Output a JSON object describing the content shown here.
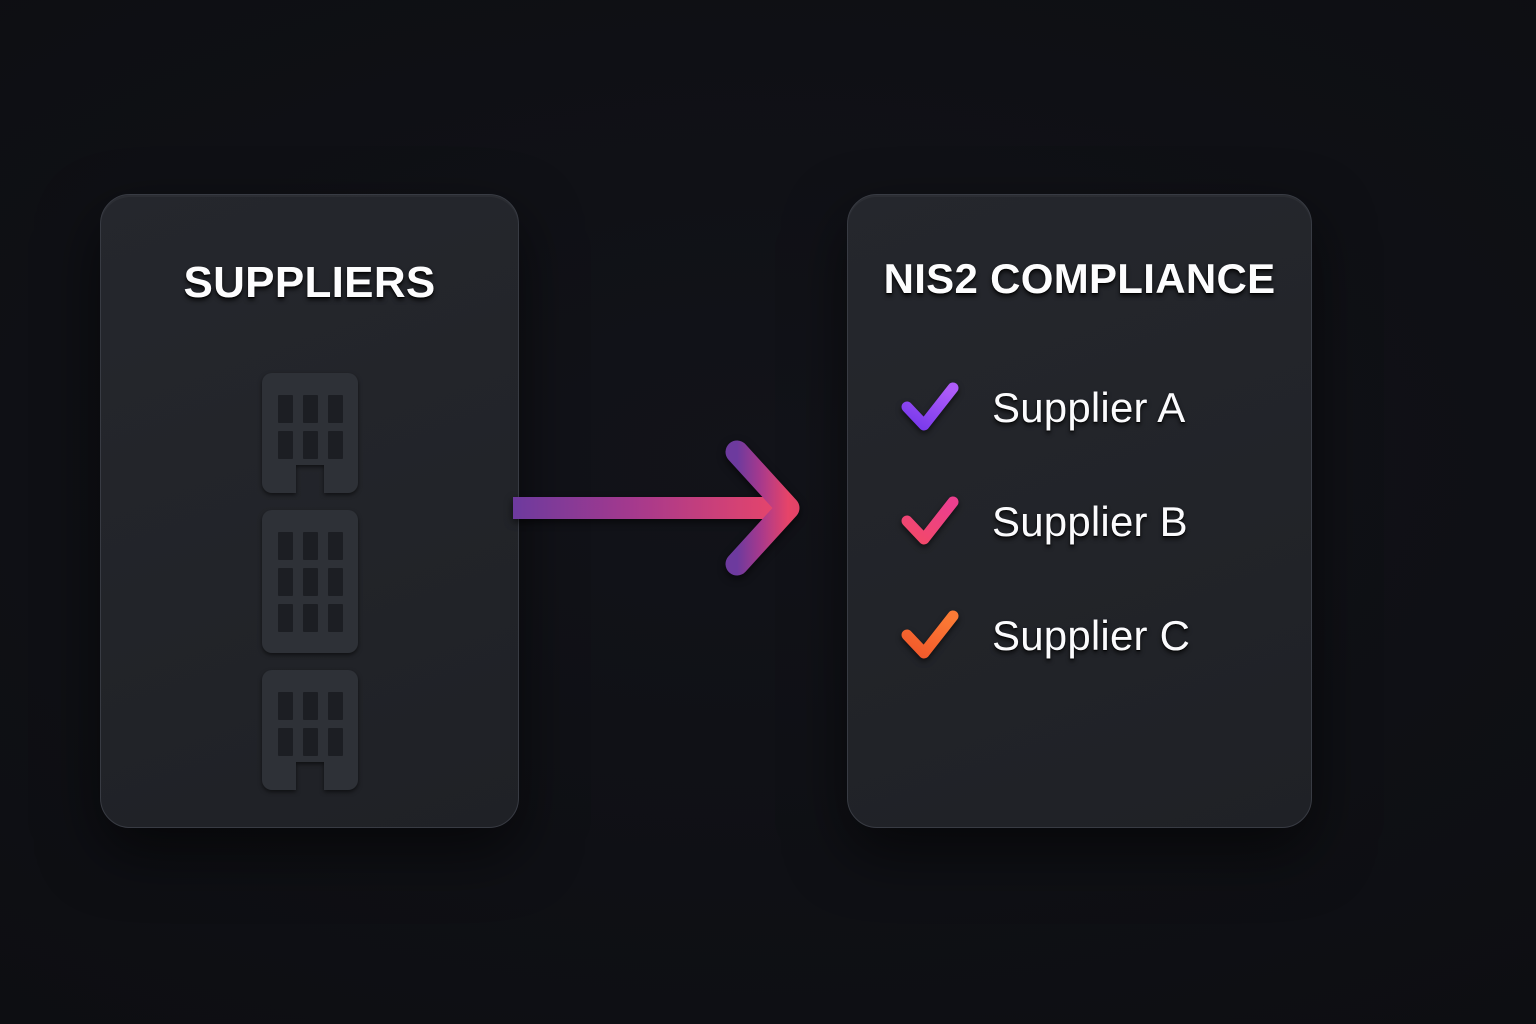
{
  "theme": {
    "background": "#0e0f13",
    "panel_fill": "#23252b",
    "panel_border": "#383b43",
    "title_color": "#fdfdfe",
    "label_color": "#fbfbfd",
    "building_body": "#2e3137",
    "building_window": "#1c1e23"
  },
  "left_panel": {
    "title": "SUPPLIERS",
    "buildings": [
      {
        "name": "building-icon-1",
        "window_rows": 2,
        "window_cols": 3,
        "has_door": true
      },
      {
        "name": "building-icon-2",
        "window_rows": 3,
        "window_cols": 3,
        "has_door": false
      },
      {
        "name": "building-icon-3",
        "window_rows": 2,
        "window_cols": 3,
        "has_door": true
      }
    ]
  },
  "arrow": {
    "name": "flow-arrow-right",
    "direction": "right",
    "gradient_start": "#6d3a9e",
    "gradient_mid": "#a53b8c",
    "gradient_end": "#e8456a"
  },
  "right_panel": {
    "title": "NIS2 COMPLIANCE",
    "items": [
      {
        "label": "Supplier A",
        "icon": "check-icon",
        "status": "compliant",
        "color_start": "#a855f7",
        "color_end": "#7a3aec"
      },
      {
        "label": "Supplier B",
        "icon": "check-icon",
        "status": "compliant",
        "color_start": "#ec3f87",
        "color_end": "#f2486a"
      },
      {
        "label": "Supplier C",
        "icon": "check-icon",
        "status": "compliant",
        "color_start": "#fa7132",
        "color_end": "#f25a2b"
      }
    ]
  }
}
